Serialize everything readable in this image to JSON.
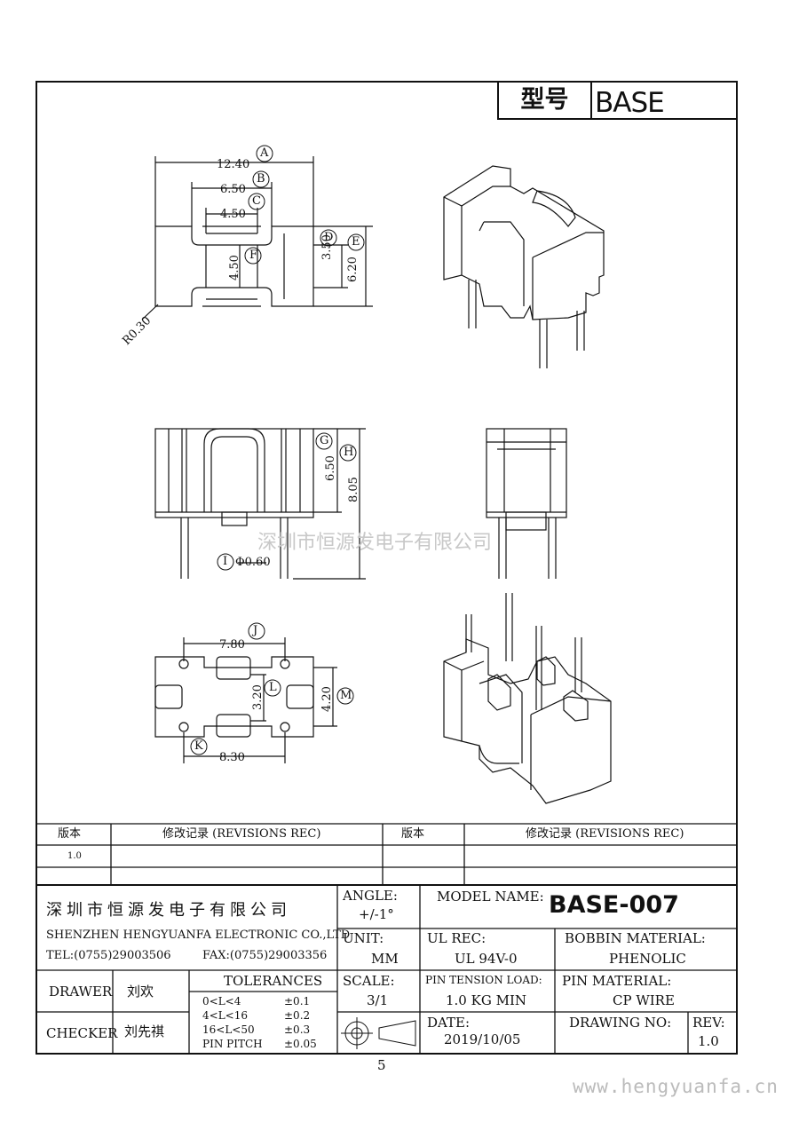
{
  "header": {
    "type_label": "型号",
    "type_value": "BASE"
  },
  "dimensions": {
    "A": "12.40",
    "B": "6.50",
    "C": "4.50",
    "D_E": "3.50",
    "E": "6.20",
    "F": "4.50",
    "radius": "R0.30",
    "G": "6.50",
    "H": "8.05",
    "I": "Φ0.60",
    "J": "7.80",
    "K": "8.30",
    "L": "3.20",
    "M": "4.20"
  },
  "markers": [
    "A",
    "B",
    "C",
    "D",
    "E",
    "F",
    "G",
    "H",
    "I",
    "J",
    "K",
    "L",
    "M"
  ],
  "watermark": "深圳市恒源发电子有限公司",
  "revisions": {
    "col1": "版本",
    "col2": "修改记录 (REVISIONS REC)",
    "col3": "版本",
    "col4": "修改记录 (REVISIONS REC)",
    "row1_version": "1.0"
  },
  "company": {
    "name_cn": "深圳市恒源发电子有限公司",
    "name_en": "SHENZHEN HENGYUANFA ELECTRONIC CO.,LTD",
    "tel": "TEL:(0755)29003506",
    "fax": "FAX:(0755)29003356"
  },
  "signoff": {
    "drawer_label": "DRAWER",
    "drawer": "刘欢",
    "checker_label": "CHECKER",
    "checker": "刘先祺"
  },
  "tolerances": {
    "title": "TOLERANCES",
    "rows": [
      {
        "range": "0<L<4",
        "tol": "±0.1"
      },
      {
        "range": "4<L<16",
        "tol": "±0.2"
      },
      {
        "range": "16<L<50",
        "tol": "±0.3"
      },
      {
        "range": "PIN PITCH",
        "tol": "±0.05"
      }
    ]
  },
  "fields": {
    "angle_label": "ANGLE:",
    "angle": "+/-1°",
    "unit_label": "UNIT:",
    "unit": "MM",
    "scale_label": "SCALE:",
    "scale": "3/1",
    "model_label": "MODEL NAME:",
    "model": "BASE-007",
    "ul_label": "UL REC:",
    "ul": "UL 94V-0",
    "bobbin_label": "BOBBIN MATERIAL:",
    "bobbin": "PHENOLIC",
    "tension_label": "PIN TENSION LOAD:",
    "tension": "1.0 KG MIN",
    "pin_label": "PIN MATERIAL:",
    "pin": "CP WIRE",
    "date_label": "DATE:",
    "date": "2019/10/05",
    "drawing_label": "DRAWING NO:",
    "drawing": "",
    "rev_label": "REV:",
    "rev": "1.0"
  },
  "page_number": "5",
  "website": "www.hengyuanfa.cn"
}
